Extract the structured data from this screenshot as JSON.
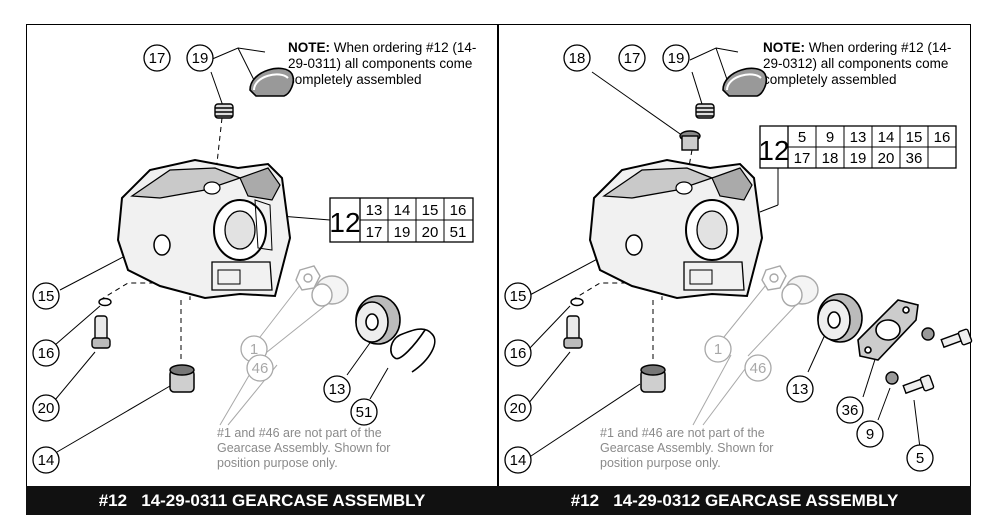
{
  "left": {
    "note": {
      "bold": "NOTE:",
      "text": " When ordering #12 (14-29-0311) all components come completely assembled"
    },
    "part_table": {
      "id": "12",
      "rows": [
        [
          "13",
          "14",
          "15",
          "16"
        ],
        [
          "17",
          "19",
          "20",
          "51"
        ]
      ]
    },
    "callouts": {
      "c17": "17",
      "c19": "19",
      "c15": "15",
      "c16": "16",
      "c20": "20",
      "c14": "14",
      "c1": "1",
      "c46": "46",
      "c13": "13",
      "c51": "51"
    },
    "grey_note": "#1 and #46 are not part of the Gearcase Assembly. Shown for position purpose only.",
    "footer": {
      "num": "#12",
      "title": "14-29-0311 GEARCASE ASSEMBLY"
    }
  },
  "right": {
    "note": {
      "bold": "NOTE:",
      "text": " When ordering #12 (14-29-0312) all components come completely assembled"
    },
    "part_table": {
      "id": "12",
      "rows": [
        [
          "5",
          "9",
          "13",
          "14",
          "15",
          "16"
        ],
        [
          "17",
          "18",
          "19",
          "20",
          "36",
          ""
        ]
      ]
    },
    "callouts": {
      "c18": "18",
      "c17": "17",
      "c19": "19",
      "c15": "15",
      "c16": "16",
      "c20": "20",
      "c14": "14",
      "c1": "1",
      "c46": "46",
      "c13": "13",
      "c36": "36",
      "c9": "9",
      "c5": "5"
    },
    "grey_note": "#1 and #46 are not part of the Gearcase Assembly. Shown for position purpose only.",
    "footer": {
      "num": "#12",
      "title": "14-29-0312 GEARCASE ASSEMBLY"
    }
  },
  "colors": {
    "line": "#000000",
    "grey": "#a8a8a8",
    "footer_bg": "#111111",
    "footer_text": "#ffffff"
  }
}
